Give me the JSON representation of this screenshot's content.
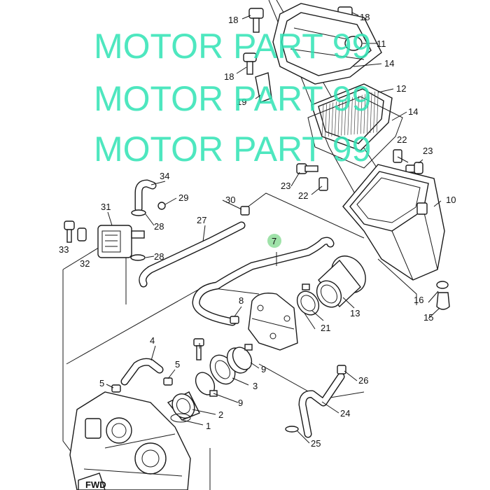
{
  "watermark": {
    "lines": [
      "MOTOR PART 99",
      "MOTOR PART 99",
      "MOTOR PART 99"
    ],
    "color": "#2fe3b4"
  },
  "fwd_label": "FWD",
  "callout": {
    "number": "7",
    "color": "#7fd88c"
  },
  "labels": {
    "p1": "1",
    "p2": "2",
    "p3": "3",
    "p4": "4",
    "p5a": "5",
    "p5b": "5",
    "p8": "8",
    "p9a": "9",
    "p9b": "9",
    "p10": "10",
    "p11": "11",
    "p12": "12",
    "p13": "13",
    "p14a": "14",
    "p14b": "14",
    "p15": "15",
    "p16": "16",
    "p18a": "18",
    "p18b": "18",
    "p18c": "18",
    "p19": "19",
    "p21": "21",
    "p22a": "22",
    "p22b": "22",
    "p23a": "23",
    "p23b": "23",
    "p24": "24",
    "p25": "25",
    "p26": "26",
    "p27": "27",
    "p28a": "28",
    "p28b": "28",
    "p29": "29",
    "p30": "30",
    "p31": "31",
    "p32": "32",
    "p33": "33",
    "p34": "34"
  }
}
